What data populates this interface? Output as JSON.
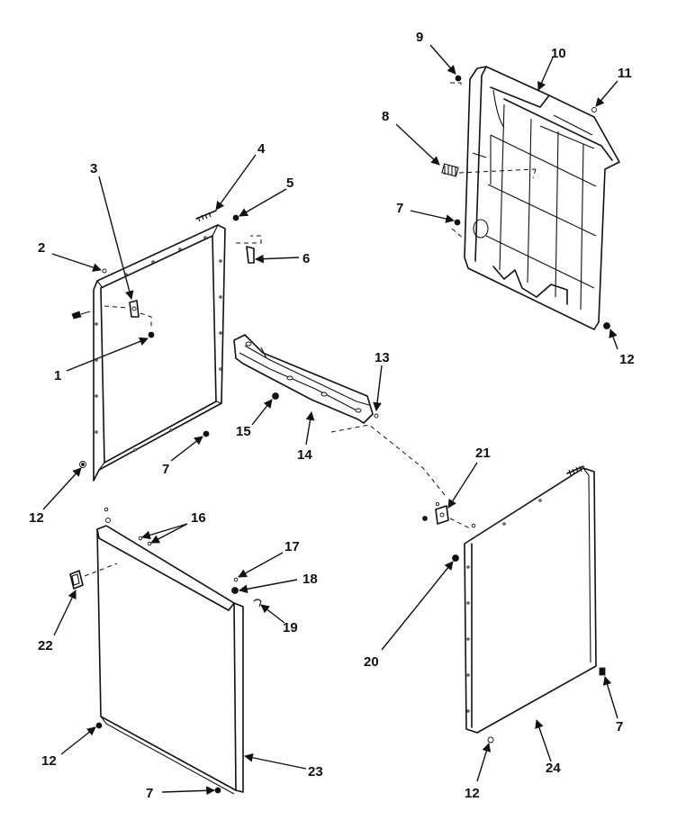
{
  "callouts": [
    {
      "id": "c9",
      "text": "9"
    },
    {
      "id": "c10",
      "text": "10"
    },
    {
      "id": "c11",
      "text": "11"
    },
    {
      "id": "c8",
      "text": "8"
    },
    {
      "id": "c7a",
      "text": "7"
    },
    {
      "id": "c12a",
      "text": "12"
    },
    {
      "id": "c4",
      "text": "4"
    },
    {
      "id": "c3",
      "text": "3"
    },
    {
      "id": "c5",
      "text": "5"
    },
    {
      "id": "c2",
      "text": "2"
    },
    {
      "id": "c6",
      "text": "6"
    },
    {
      "id": "c1",
      "text": "1"
    },
    {
      "id": "c13",
      "text": "13"
    },
    {
      "id": "c15",
      "text": "15"
    },
    {
      "id": "c14",
      "text": "14"
    },
    {
      "id": "c7b",
      "text": "7"
    },
    {
      "id": "c12b",
      "text": "12"
    },
    {
      "id": "c21",
      "text": "21"
    },
    {
      "id": "c16",
      "text": "16"
    },
    {
      "id": "c17",
      "text": "17"
    },
    {
      "id": "c18",
      "text": "18"
    },
    {
      "id": "c19",
      "text": "19"
    },
    {
      "id": "c22",
      "text": "22"
    },
    {
      "id": "c20",
      "text": "20"
    },
    {
      "id": "c7c",
      "text": "7"
    },
    {
      "id": "c12c",
      "text": "12"
    },
    {
      "id": "c23",
      "text": "23"
    },
    {
      "id": "c24",
      "text": "24"
    },
    {
      "id": "c7d",
      "text": "7"
    },
    {
      "id": "c12d",
      "text": "12"
    }
  ]
}
